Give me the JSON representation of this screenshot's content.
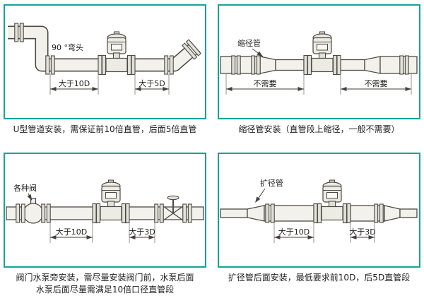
{
  "colors": {
    "panel_border": "#17a398",
    "pipe_fill": "#f2f1ec",
    "drawing_line": "#4d4b44",
    "caption_text": "#222222",
    "background": "#ffffff"
  },
  "panels": {
    "u_type": {
      "caption": "U型管道安装，需保证前10倍直管，后面5倍直管",
      "labels": {
        "elbow": "90 °弯头",
        "dim_before": "大于10D",
        "dim_after": "大于5D"
      }
    },
    "reducer": {
      "caption": "缩径管安装（直管段上缩径，一般不需要）",
      "labels": {
        "reducer": "缩径管",
        "dim_before": "不需要",
        "dim_after": "不需要"
      }
    },
    "valve": {
      "caption_line1": "阀门水泵旁安装，需尽量安装阀门前，水泵后面",
      "caption_line2": "水泵后面尽量需满足10倍口径直管段",
      "labels": {
        "valve": "各种阀",
        "dim_before": "大于10D",
        "dim_after": "大于3D"
      }
    },
    "expander": {
      "caption": "扩径管后面安装，最低要求前10D，后5D直管段",
      "labels": {
        "expander": "扩径管",
        "dim_before": "大于10D",
        "dim_after": "大于3D"
      }
    }
  }
}
